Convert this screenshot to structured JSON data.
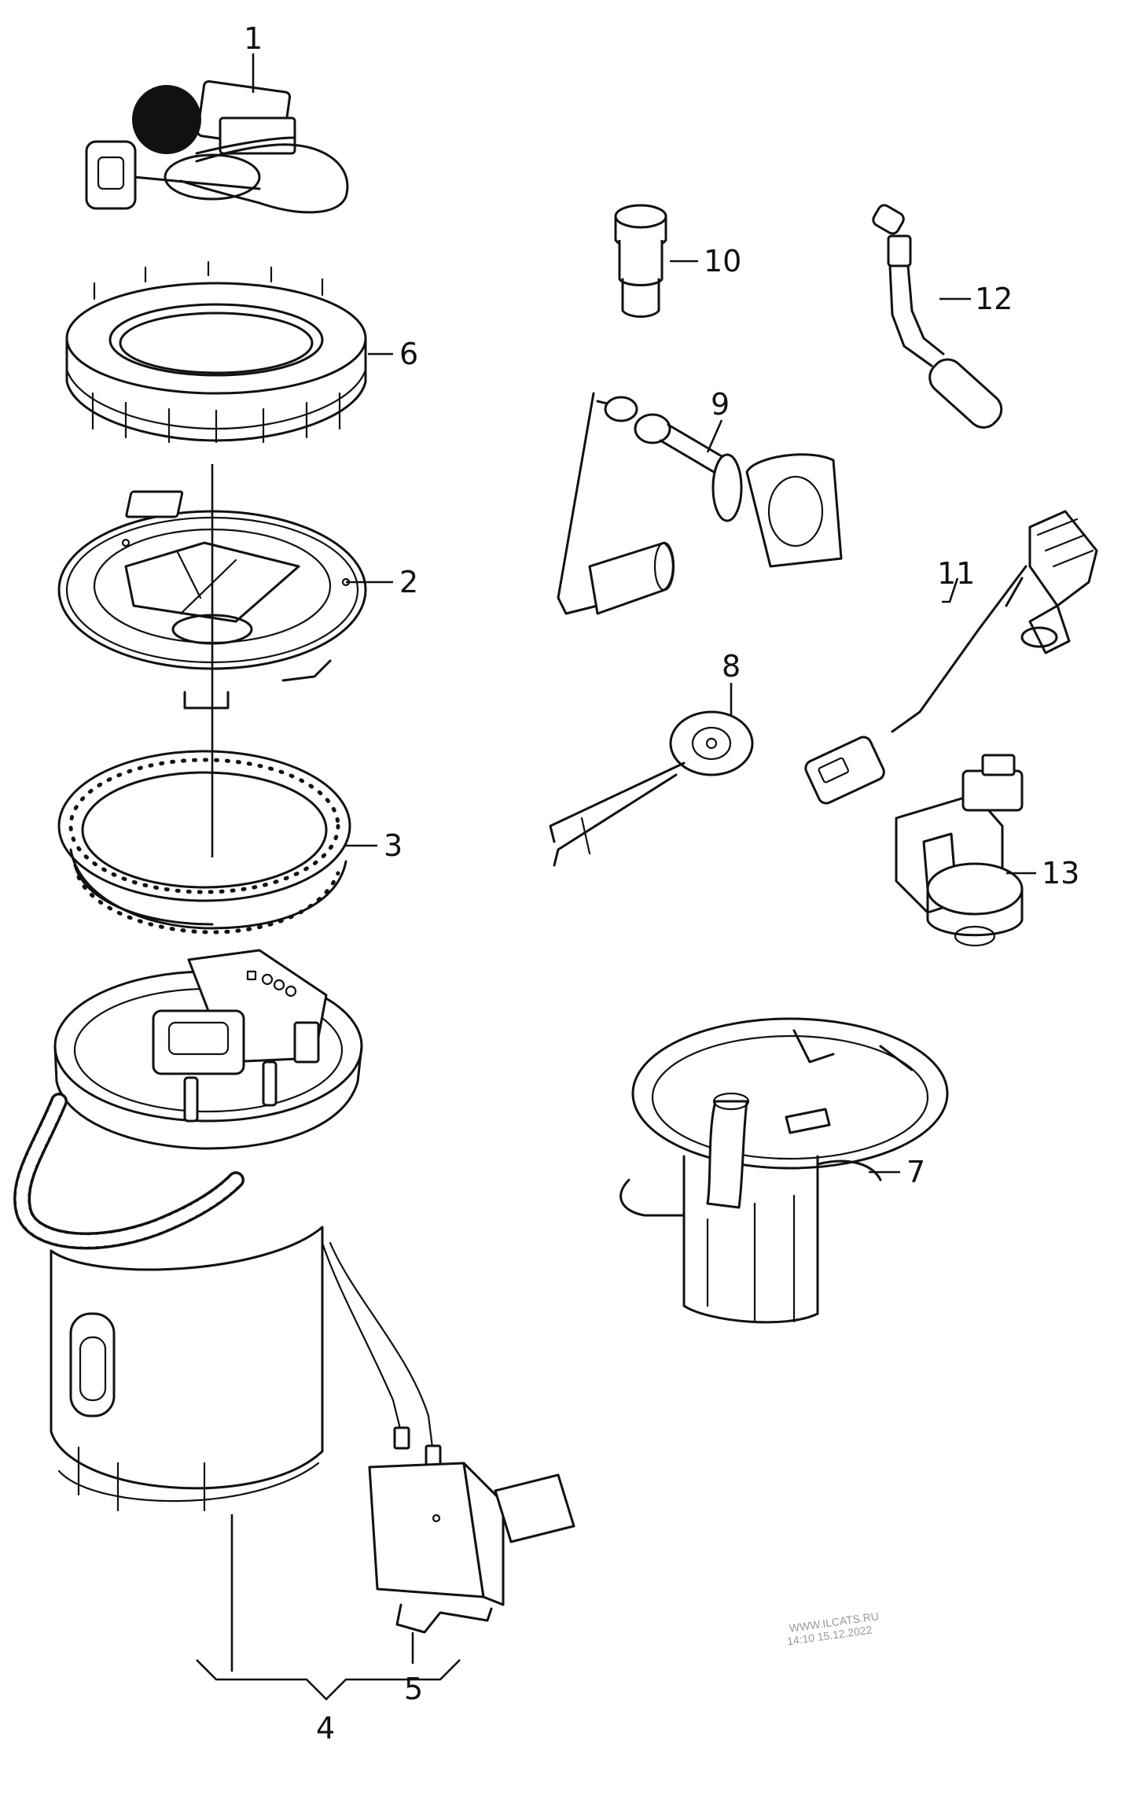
{
  "diagram": {
    "callouts": {
      "p1": "1",
      "p2": "2",
      "p3": "3",
      "p4": "4",
      "p5": "5",
      "p6": "6",
      "p7": "7",
      "p8": "8",
      "p9": "9",
      "p10": "10",
      "p11": "11",
      "p12": "12",
      "p13": "13"
    },
    "watermark_lines": [
      "WWW.ILCATS.RU",
      "14:10 15.12.2022"
    ]
  }
}
